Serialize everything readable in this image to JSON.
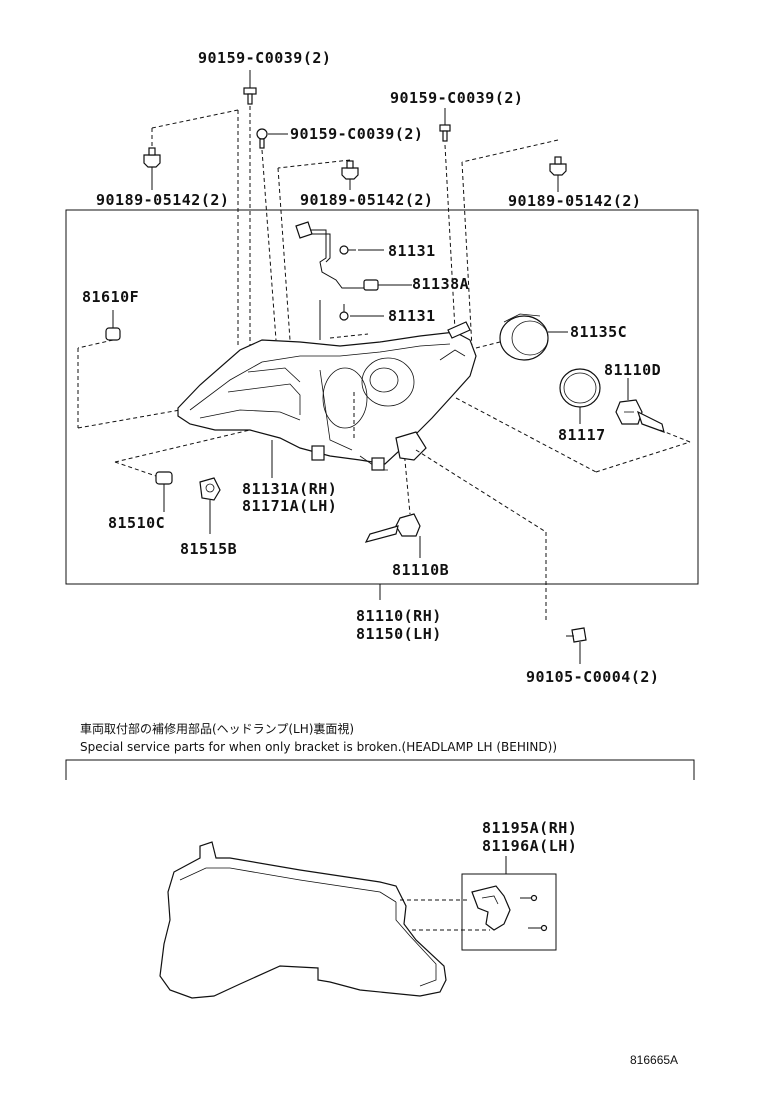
{
  "labels": {
    "bolt_top_left": "90159-C0039(2)",
    "bolt_top_right": "90159-C0039(2)",
    "bolt_mid": "90159-C0039(2)",
    "nut_left": "90189-05142(2)",
    "nut_mid": "90189-05142(2)",
    "nut_right": "90189-05142(2)",
    "p81131_a": "81131",
    "p81138a": "81138A",
    "p81131_b": "81131",
    "p81610f": "81610F",
    "p81135c": "81135C",
    "p81110d": "81110D",
    "p81117": "81117",
    "p81131a": "81131A(RH)",
    "p81171a": "81171A(LH)",
    "p81510c": "81510C",
    "p81515b": "81515B",
    "p81110b": "81110B",
    "assy_rh": "81110(RH)",
    "assy_lh": "81150(LH)",
    "screw_bottom": "90105-C0004(2)",
    "bracket_rh": "81195A(RH)",
    "bracket_lh": "81196A(LH)"
  },
  "notes": {
    "jp": "車両取付部の補修用部品(ヘッドランプ(LH)裏面視)",
    "en": "Special service parts for when only bracket is broken.(HEADLAMP LH (BEHIND))"
  },
  "diagram_id": "816665A"
}
